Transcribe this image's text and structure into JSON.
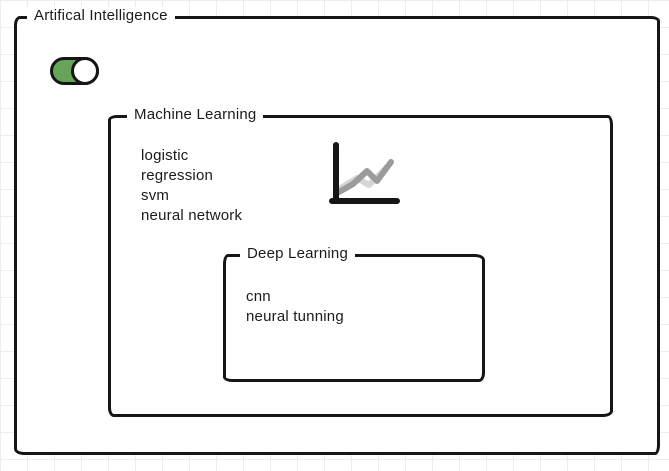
{
  "outer_box": {
    "label": "Artifical Intelligence"
  },
  "toggle": {
    "state": "on",
    "on_color": "#66a559"
  },
  "machine_learning_box": {
    "label": "Machine Learning",
    "items": [
      "logistic",
      "regression",
      "svm",
      "neural network"
    ],
    "icon": "line-chart-icon"
  },
  "deep_learning_box": {
    "label": "Deep Learning",
    "items": [
      "cnn",
      "neural tunning"
    ]
  },
  "colors": {
    "stroke": "#161616",
    "chart_line_light": "#d6d6d6",
    "chart_line_dark": "#9b9b9b",
    "grid": "#eaeef1"
  }
}
